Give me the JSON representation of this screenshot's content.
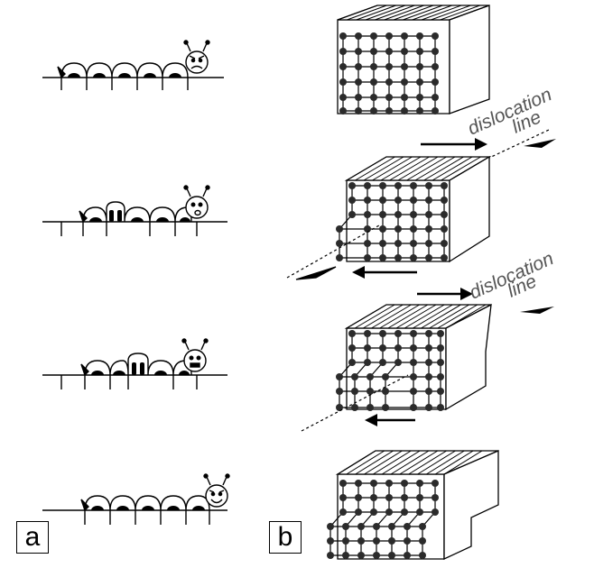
{
  "figure": {
    "panel_labels": {
      "a": "a",
      "b": "b"
    },
    "dislocation_label": {
      "word1": "dislocation",
      "word2": "line"
    },
    "caterpillar_stages": [
      {
        "stage": 1,
        "hump_position": "none",
        "face": "angry"
      },
      {
        "stage": 2,
        "hump_position": "tail",
        "face": "surprised"
      },
      {
        "stage": 3,
        "hump_position": "middle",
        "face": "neutral"
      },
      {
        "stage": 4,
        "hump_position": "none",
        "face": "happy"
      }
    ],
    "crystal_stages": [
      {
        "stage": 1,
        "state": "perfect lattice"
      },
      {
        "stage": 2,
        "state": "edge dislocation entering"
      },
      {
        "stage": 3,
        "state": "dislocation gliding"
      },
      {
        "stage": 4,
        "state": "slip step formed"
      }
    ],
    "colors": {
      "ink": "#000000",
      "atom": "#2b2b2b",
      "background": "#ffffff",
      "label_text": "#555555"
    }
  }
}
